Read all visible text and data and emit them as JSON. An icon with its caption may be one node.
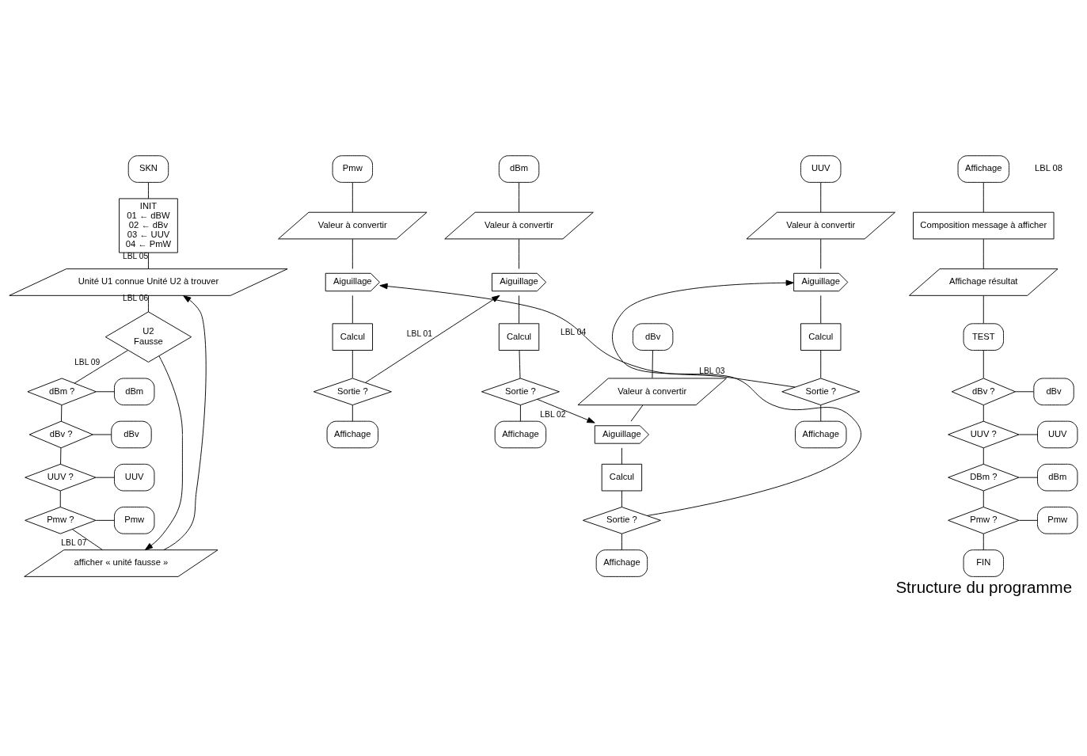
{
  "diagram": {
    "caption": "Structure du programme",
    "nodes": [
      {
        "text": [
          "SKN"
        ]
      },
      {
        "text": [
          "INIT",
          "01 ← dBW",
          "02 ← dBv",
          "03 ← UUV",
          "04 ← PmW"
        ]
      },
      {
        "text": [
          "Unité U1 connue Unité U2 à trouver"
        ]
      },
      {
        "text": [
          "U2",
          "Fausse"
        ]
      },
      {
        "text": [
          "dBm ?"
        ]
      },
      {
        "text": [
          "dBm"
        ]
      },
      {
        "text": [
          "dBv ?"
        ]
      },
      {
        "text": [
          "dBv"
        ]
      },
      {
        "text": [
          "UUV ?"
        ]
      },
      {
        "text": [
          "UUV"
        ]
      },
      {
        "text": [
          "Pmw ?"
        ]
      },
      {
        "text": [
          "Pmw"
        ]
      },
      {
        "text": [
          "afficher « unité fausse »"
        ]
      },
      {
        "text": [
          "dBm"
        ]
      },
      {
        "text": [
          "Valeur à convertir"
        ]
      },
      {
        "text": [
          "Aiguillage"
        ]
      },
      {
        "text": [
          "Calcul"
        ]
      },
      {
        "text": [
          "Sortie ?"
        ]
      },
      {
        "text": [
          "Affichage"
        ]
      },
      {
        "text": [
          "dBv"
        ]
      },
      {
        "text": [
          "Valeur à convertir"
        ]
      },
      {
        "text": [
          "Aiguillage"
        ]
      },
      {
        "text": [
          "Calcul"
        ]
      },
      {
        "text": [
          "Sortie ?"
        ]
      },
      {
        "text": [
          "Affichage"
        ]
      },
      {
        "text": [
          "Pmw"
        ]
      },
      {
        "text": [
          "Valeur à convertir"
        ]
      },
      {
        "text": [
          "Aiguillage"
        ]
      },
      {
        "text": [
          "Calcul"
        ]
      },
      {
        "text": [
          "Sortie ?"
        ]
      },
      {
        "text": [
          "Affichage"
        ]
      },
      {
        "text": [
          "UUV"
        ]
      },
      {
        "text": [
          "Valeur à convertir"
        ]
      },
      {
        "text": [
          "Aiguillage"
        ]
      },
      {
        "text": [
          "Calcul"
        ]
      },
      {
        "text": [
          "Sortie ?"
        ]
      },
      {
        "text": [
          "Affichage"
        ]
      },
      {
        "text": [
          "Affichage"
        ],
        "beside": [
          "LBL 08"
        ]
      },
      {
        "text": [
          "Composition message à afficher"
        ]
      },
      {
        "text": [
          "Affichage résultat"
        ]
      },
      {
        "text": [
          "TEST"
        ]
      },
      {
        "text": [
          "dBv ?"
        ]
      },
      {
        "text": [
          "dBv"
        ]
      },
      {
        "text": [
          "UUV ?"
        ]
      },
      {
        "text": [
          "UUV"
        ]
      },
      {
        "text": [
          "DBm ?"
        ]
      },
      {
        "text": [
          "dBm"
        ]
      },
      {
        "text": [
          "Pmw ?"
        ]
      },
      {
        "text": [
          "Pmw"
        ]
      },
      {
        "text": [
          "FIN"
        ]
      }
    ],
    "edges": [
      {
        "from": 0,
        "to": 1,
        "arrow": "none"
      },
      {
        "from": 1,
        "to": 2,
        "arrow": "none",
        "label": "LBL 05"
      },
      {
        "from": 2,
        "to": 3,
        "arrow": "none",
        "label": "LBL 06"
      },
      {
        "from": 3,
        "to": 4,
        "arrow": "none",
        "label": "LBL 09"
      },
      {
        "from": 4,
        "to": 5,
        "arrow": "none"
      },
      {
        "from": 4,
        "to": 6,
        "arrow": "none"
      },
      {
        "from": 6,
        "to": 7,
        "arrow": "none"
      },
      {
        "from": 6,
        "to": 8,
        "arrow": "none"
      },
      {
        "from": 8,
        "to": 9,
        "arrow": "none"
      },
      {
        "from": 8,
        "to": 10,
        "arrow": "none"
      },
      {
        "from": 10,
        "to": 11,
        "arrow": "none"
      },
      {
        "from": 10,
        "to": 12,
        "arrow": "none",
        "label": "LBL 07"
      },
      {
        "from": 3,
        "to": 12,
        "arrow": "to"
      },
      {
        "from": 12,
        "to": 2,
        "arrow": "to"
      },
      {
        "from": 13,
        "to": 14,
        "arrow": "none"
      },
      {
        "from": 14,
        "to": 15,
        "arrow": "none"
      },
      {
        "from": 15,
        "to": 16,
        "arrow": "none"
      },
      {
        "from": 16,
        "to": 17,
        "arrow": "none"
      },
      {
        "from": 17,
        "to": 18,
        "arrow": "none"
      },
      {
        "from": 17,
        "to": 21,
        "arrow": "to",
        "label": "LBL 02"
      },
      {
        "from": 19,
        "to": 20,
        "arrow": "none"
      },
      {
        "from": 20,
        "to": 21,
        "arrow": "none"
      },
      {
        "from": 21,
        "to": 22,
        "arrow": "none"
      },
      {
        "from": 22,
        "to": 23,
        "arrow": "none"
      },
      {
        "from": 23,
        "to": 24,
        "arrow": "none"
      },
      {
        "from": 23,
        "to": 33,
        "arrow": "to",
        "label": "LBL 03"
      },
      {
        "from": 25,
        "to": 26,
        "arrow": "none"
      },
      {
        "from": 26,
        "to": 27,
        "arrow": "none"
      },
      {
        "from": 27,
        "to": 28,
        "arrow": "none"
      },
      {
        "from": 28,
        "to": 29,
        "arrow": "none"
      },
      {
        "from": 29,
        "to": 30,
        "arrow": "none"
      },
      {
        "from": 29,
        "to": 15,
        "arrow": "to",
        "label": "LBL 01"
      },
      {
        "from": 31,
        "to": 32,
        "arrow": "none"
      },
      {
        "from": 32,
        "to": 33,
        "arrow": "none"
      },
      {
        "from": 33,
        "to": 34,
        "arrow": "none"
      },
      {
        "from": 34,
        "to": 35,
        "arrow": "none"
      },
      {
        "from": 35,
        "to": 36,
        "arrow": "none"
      },
      {
        "from": 35,
        "to": 27,
        "arrow": "to",
        "label": "LBL 04"
      },
      {
        "from": 37,
        "to": 38,
        "arrow": "none"
      },
      {
        "from": 38,
        "to": 39,
        "arrow": "none"
      },
      {
        "from": 39,
        "to": 40,
        "arrow": "none"
      },
      {
        "from": 40,
        "to": 41,
        "arrow": "none"
      },
      {
        "from": 41,
        "to": 42,
        "arrow": "none"
      },
      {
        "from": 41,
        "to": 43,
        "arrow": "none"
      },
      {
        "from": 43,
        "to": 44,
        "arrow": "none"
      },
      {
        "from": 43,
        "to": 45,
        "arrow": "none"
      },
      {
        "from": 45,
        "to": 46,
        "arrow": "none"
      },
      {
        "from": 45,
        "to": 47,
        "arrow": "none"
      },
      {
        "from": 47,
        "to": 48,
        "arrow": "none"
      },
      {
        "from": 47,
        "to": 49,
        "arrow": "none"
      }
    ]
  }
}
